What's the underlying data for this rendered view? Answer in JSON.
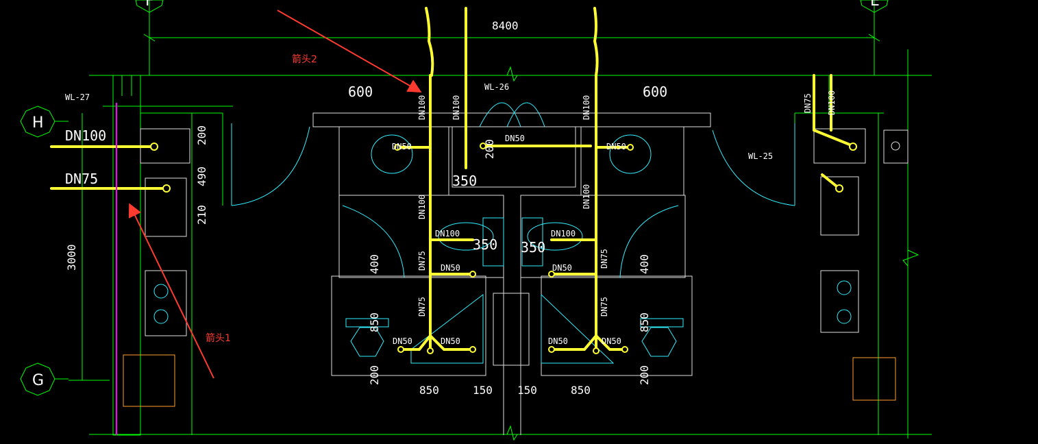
{
  "colors": {
    "background": "#000000",
    "wall_line": "#00ff00",
    "fixture_line": "#2ff0ff",
    "pipe": "#ffff33",
    "text": "#ffffff",
    "annotation": "#ff3b30",
    "axis_circle": "#00ff00",
    "magenta": "#ff00ff",
    "orange": "#ffa030"
  },
  "axes": {
    "top_left": "F",
    "top_right": "E",
    "left_upper": "H",
    "left_lower": "G"
  },
  "dimensions": {
    "overall_width": "8400",
    "left_room_width": "600",
    "right_room_width": "600",
    "height_3000": "3000",
    "d200_top": "200",
    "d490": "490",
    "d210": "210",
    "d200_mid": "200",
    "d350_a": "350",
    "d350_b": "350",
    "d350_c": "350",
    "d400_left": "400",
    "d400_right": "400",
    "d850_left_v": "850",
    "d850_right_v": "850",
    "d200_bl": "200",
    "d200_br": "200",
    "d850_left_h": "850",
    "d150_left": "150",
    "d150_right": "150",
    "d850_right_h": "850"
  },
  "pipe_labels": {
    "wl27": "WL-27",
    "wl26": "WL-26",
    "wl25": "WL-25",
    "dn100_left_big": "DN100",
    "dn75_left_big": "DN75",
    "dn100_v1": "DN100",
    "dn100_v2": "DN100",
    "dn100_v3": "DN100",
    "dn100_v4": "DN100",
    "dn100_v5": "DN100",
    "dn75_v_l1": "DN75",
    "dn75_v_l2": "DN75",
    "dn75_v_r1": "DN75",
    "dn75_v_r2": "DN75",
    "dn75_kr": "DN75",
    "dn100_kr": "DN100",
    "dn50_basin_l": "DN50",
    "dn50_basin_r": "DN50",
    "dn50_mid": "DN50",
    "dn100_wc_l": "DN100",
    "dn100_wc_r": "DN100",
    "dn50_fd_l": "DN50",
    "dn50_fd_r": "DN50",
    "dn50_sh_l1": "DN50",
    "dn50_sh_l2": "DN50",
    "dn50_sh_r1": "DN50",
    "dn50_sh_r2": "DN50"
  },
  "annotations": {
    "arrow1": "箭头1",
    "arrow2": "箭头2"
  }
}
